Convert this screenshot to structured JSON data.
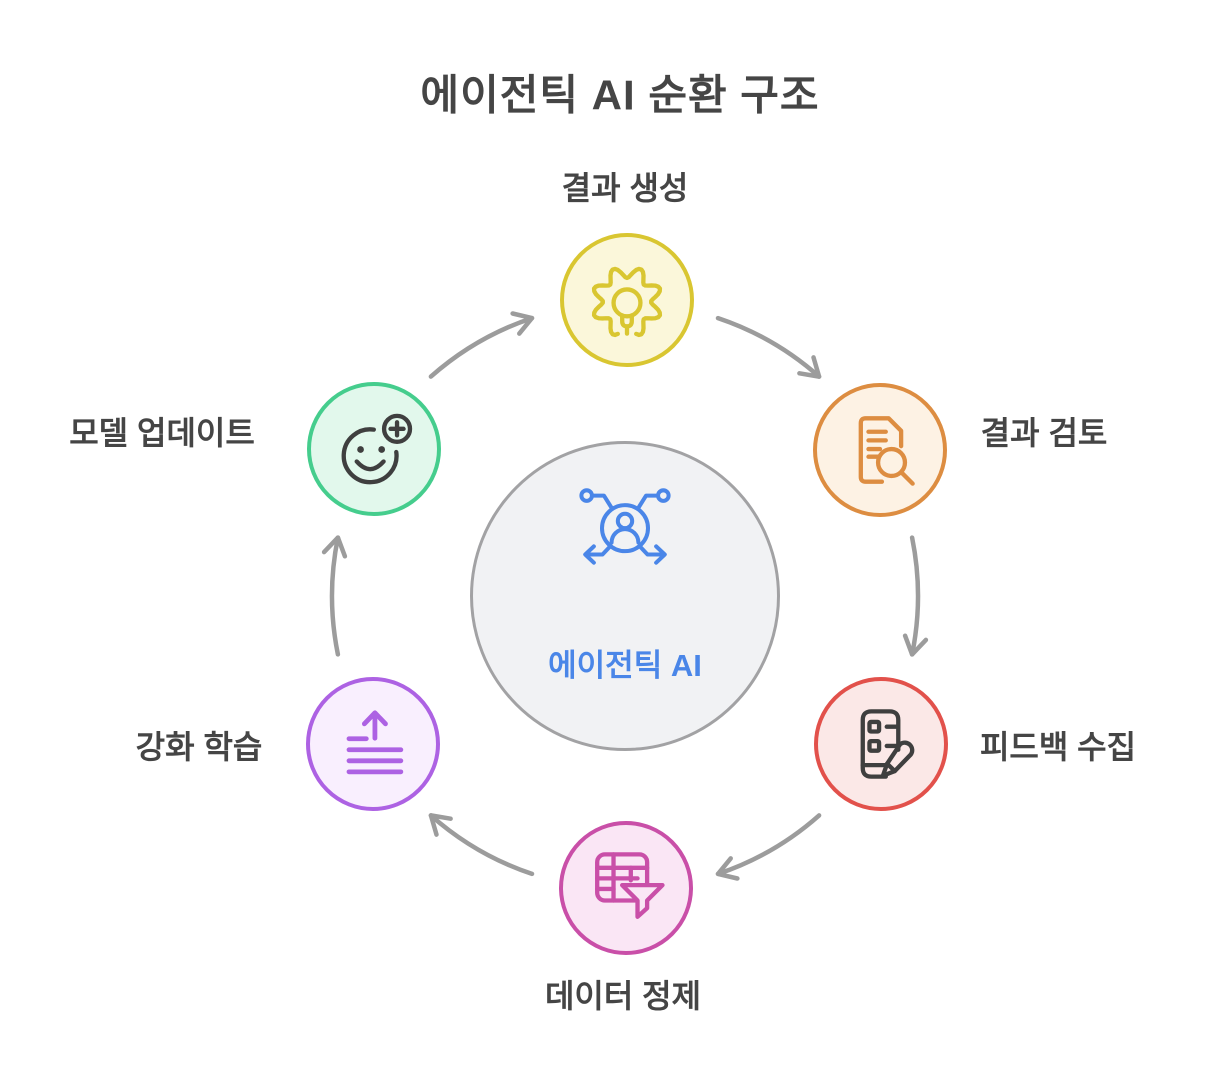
{
  "title": "에이전틱 AI 순환 구조",
  "center": {
    "label": "에이전틱 AI",
    "icon": "agent-network-icon",
    "fill_color": "#f1f2f4",
    "border_color": "#a2a2a4",
    "label_color": "#4a86e8",
    "icon_color": "#4a86e8"
  },
  "nodes": [
    {
      "id": "result-generation",
      "label": "결과 생성",
      "icon": "gear-lightbulb-icon",
      "position": "top",
      "fill_color": "#fbf7da",
      "border_color": "#d9c631",
      "icon_color": "#d9c631"
    },
    {
      "id": "result-review",
      "label": "결과 검토",
      "icon": "document-magnifier-icon",
      "position": "top-right",
      "fill_color": "#fdf2e4",
      "border_color": "#dd8d41",
      "icon_color": "#dd8d41"
    },
    {
      "id": "feedback-collection",
      "label": "피드백 수집",
      "icon": "checklist-pencil-icon",
      "position": "bottom-right",
      "fill_color": "#fbe8e7",
      "border_color": "#e2514b",
      "icon_color": "#3f3f3f"
    },
    {
      "id": "data-refinement",
      "label": "데이터 정제",
      "icon": "table-funnel-icon",
      "position": "bottom",
      "fill_color": "#fae6f5",
      "border_color": "#c94fa8",
      "icon_color": "#c94fa8"
    },
    {
      "id": "reinforcement-learning",
      "label": "강화 학습",
      "icon": "upload-lines-icon",
      "position": "bottom-left",
      "fill_color": "#f9effe",
      "border_color": "#ad62e3",
      "icon_color": "#ad62e3"
    },
    {
      "id": "model-update",
      "label": "모델 업데이트",
      "icon": "smiley-plus-icon",
      "position": "top-left",
      "fill_color": "#e2f8ec",
      "border_color": "#45cd8d",
      "icon_color": "#3f3f3f"
    }
  ],
  "arrows": {
    "color": "#9c9c9c",
    "direction": "clockwise",
    "sequence": [
      "model-update → result-generation",
      "result-generation → result-review",
      "result-review → feedback-collection",
      "feedback-collection → data-refinement",
      "data-refinement → reinforcement-learning",
      "reinforcement-learning → model-update"
    ]
  },
  "colors": {
    "title_text": "#454545",
    "node_label_text": "#454545",
    "background": "#ffffff"
  }
}
